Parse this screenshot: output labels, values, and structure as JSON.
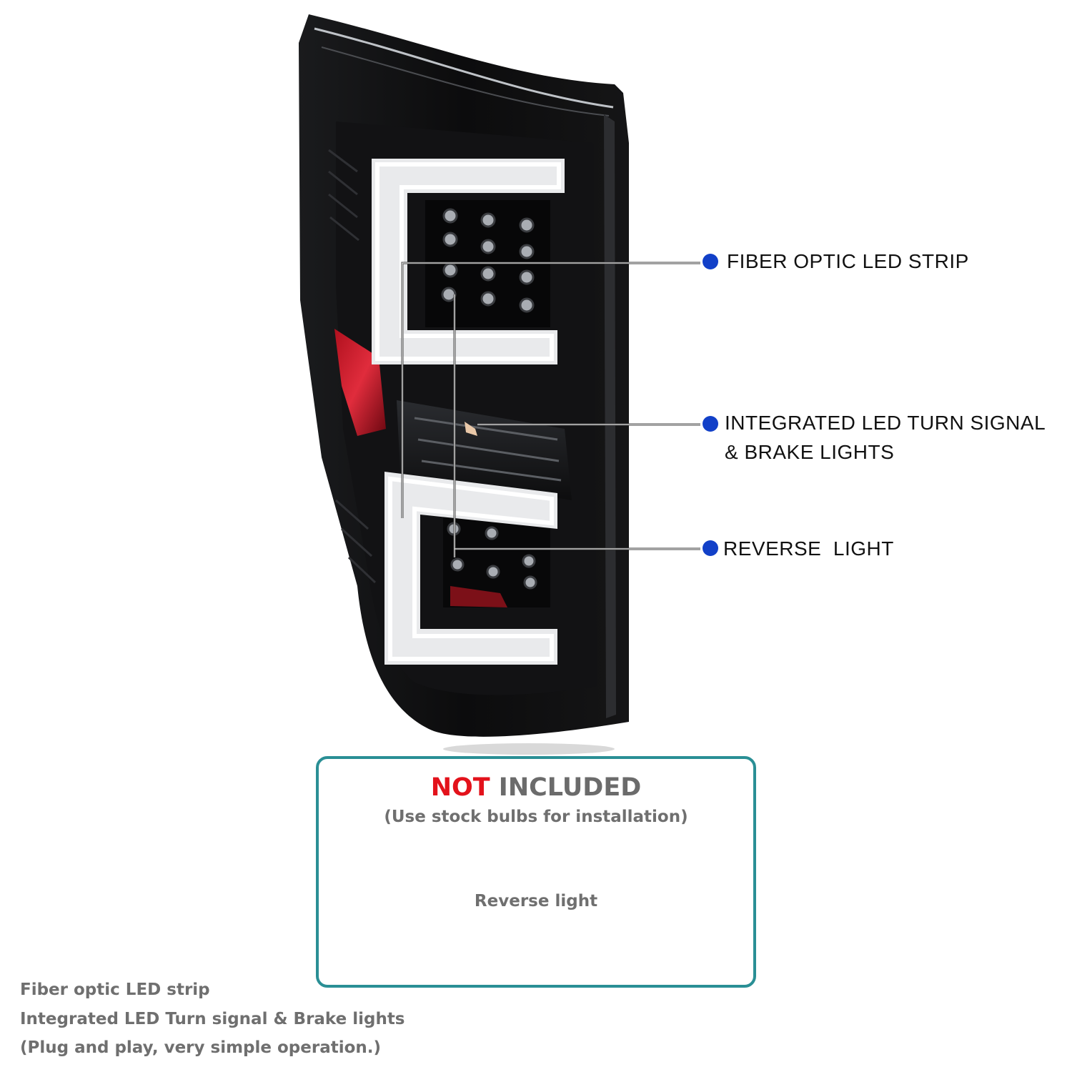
{
  "callouts": [
    {
      "label": "FIBER OPTIC LED STRIP"
    },
    {
      "label": "INTEGRATED LED TURN SIGNAL",
      "label_line2": "& BRAKE LIGHTS"
    },
    {
      "label": "REVERSE  LIGHT"
    }
  ],
  "not_included_box": {
    "heading_red": "NOT",
    "heading_gray": "INCLUDED",
    "subheading": "(Use stock bulbs for installation)",
    "item": "Reverse light"
  },
  "features": [
    "Fiber optic LED strip",
    "Integrated LED Turn signal & Brake lights",
    "(Plug and play, very simple operation.)"
  ],
  "colors": {
    "callout_dot": "#1240c8",
    "box_border": "#2a8f95",
    "not_red": "#e3121b",
    "gray_text": "#6f6f6f",
    "housing": "#0b0b0c"
  }
}
